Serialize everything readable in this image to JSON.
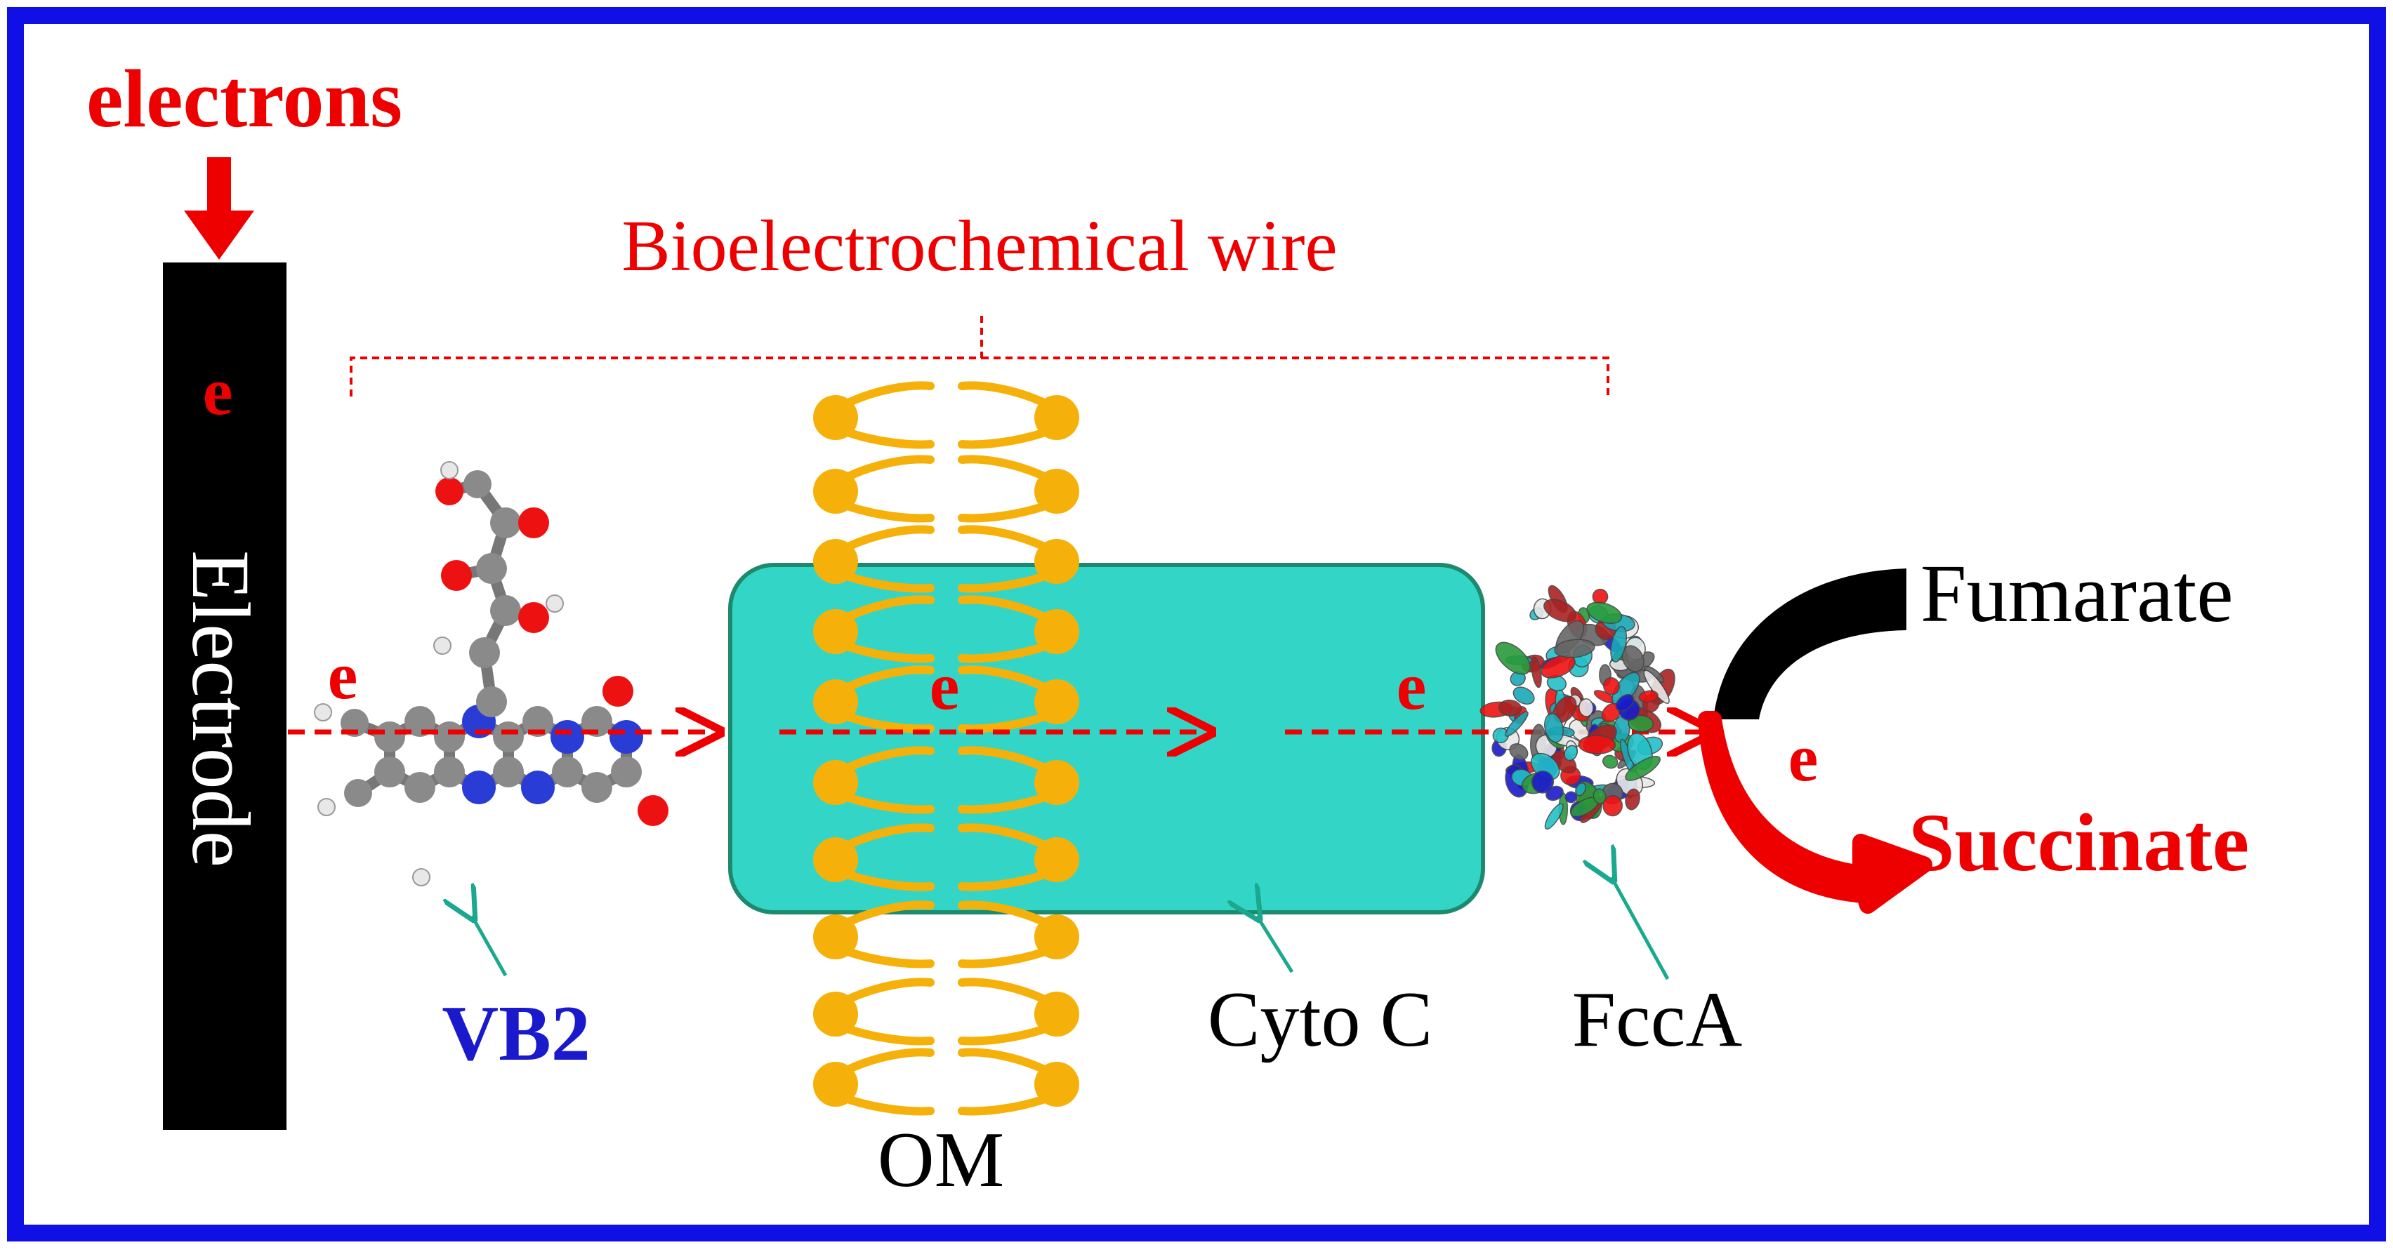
{
  "header": {
    "electrons_label": "electrons",
    "wire_label": "Bioelectrochemical wire"
  },
  "electrode": {
    "label": "Electrode",
    "e_label": "e"
  },
  "flow": {
    "e1": "e",
    "e2": "e",
    "e3": "e",
    "e4": "e"
  },
  "components": {
    "vb2": "VB2",
    "om": "OM",
    "cyto_c": "Cyto C",
    "fcca": "FccA"
  },
  "reaction": {
    "reactant": "Fumarate",
    "product": "Succinate"
  },
  "colors": {
    "frame": "#1010e6",
    "red": "#ee0000",
    "cyto": "#33d6c6",
    "cyto_stroke": "#1d8a6e",
    "lipid": "#f5b10a",
    "pointer": "#1aa88f",
    "blue_label": "#1a1acc",
    "black": "#000000"
  },
  "icons": {
    "vb2_molecule": "riboflavin-molecule-icon",
    "fcca_protein": "protein-ribbon-icon"
  }
}
